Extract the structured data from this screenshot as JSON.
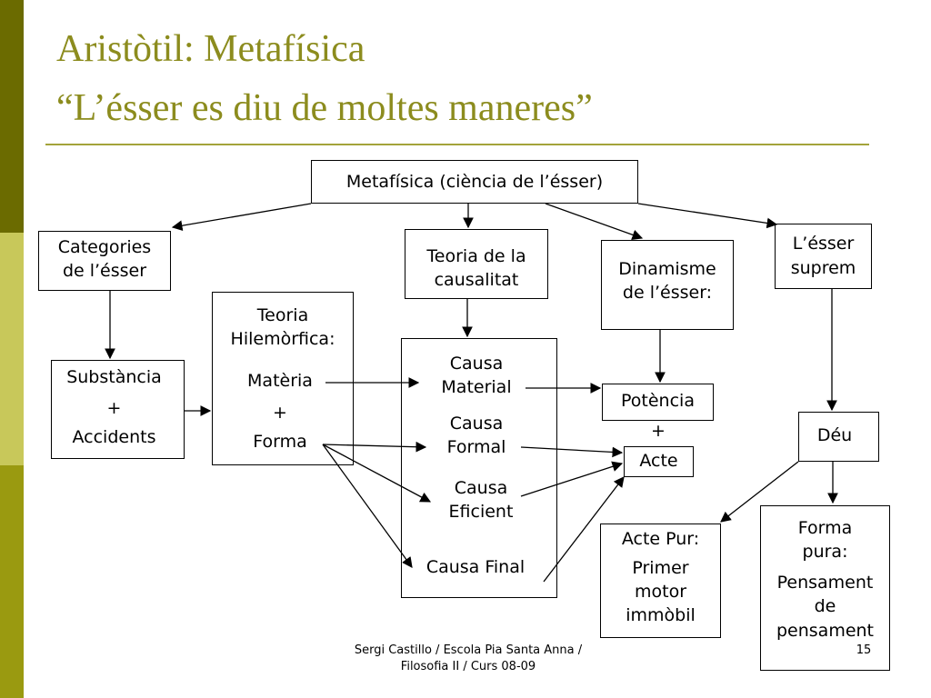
{
  "slide": {
    "title_line1": "Aristòtil: Metafísica",
    "title_line2": "“L’ésser es diu de moltes maneres”",
    "page_number": "15",
    "footer_line1": "Sergi Castillo / Escola Pia Santa Anna /",
    "footer_line2": "Filosofia II / Curs 08-09"
  },
  "colors": {
    "title": "#8c8c1e",
    "band_dark": "#6b6b00",
    "band_light": "#c8c85a",
    "band_mid": "#9a9a10",
    "rule": "#a3a33a"
  },
  "diagram": {
    "root": "Metafísica (ciència de l’ésser)",
    "categories": [
      "Categories",
      "de l’ésser"
    ],
    "causalitat": [
      "Teoria de la",
      "causalitat"
    ],
    "dinamisme": [
      "Dinamisme",
      "de l’ésser:"
    ],
    "esser_suprem": [
      "L’ésser",
      "suprem"
    ],
    "substancia": [
      "Substància",
      "+",
      "Accidents"
    ],
    "hilemorfica": [
      "Teoria",
      "Hilemòrfica:"
    ],
    "materia": "Matèria",
    "plus": "+",
    "forma": "Forma",
    "causa_material": [
      "Causa",
      "Material"
    ],
    "causa_formal": [
      "Causa",
      "Formal"
    ],
    "causa_eficient": [
      "Causa",
      "Eficient"
    ],
    "causa_final": "Causa Final",
    "potencia": "Potència",
    "plus2": "+",
    "acte": "Acte",
    "deu": "Déu",
    "acte_pur": [
      "Acte Pur:",
      "Primer",
      "motor",
      "immòbil"
    ],
    "forma_pura": [
      "Forma",
      "pura:",
      "Pensament",
      "de",
      "pensament"
    ]
  }
}
